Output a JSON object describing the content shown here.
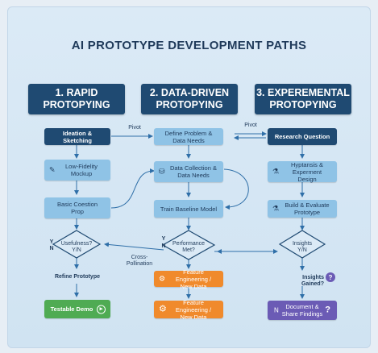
{
  "title": "AI PROTOTYPE DEVELOPMENT PATHS",
  "columns": {
    "rapid": {
      "header": "1. RAPID\nPROTOPYING",
      "steps": {
        "ideation": "Ideation & Sketching",
        "mockup": "Low-Fidelity\nMockup",
        "prop": "Basic Coestion\nProp",
        "decision": "Usefulness?\nY/N",
        "refine": "Refine Prototype",
        "demo": "Testable Demo"
      },
      "branch_y": "Y",
      "branch_n": "N"
    },
    "data": {
      "header": "2. DATA-DRIVEN\nPROTOPYING",
      "steps": {
        "define": "Define Problem &\nData Needs",
        "collection": "Data Collection &\nData Needs",
        "train": "Train Baseline Model",
        "decision": "Performance\nMet?",
        "feat1": "Feature Engineering /\nNew Data",
        "feat2": "Feature Engineering /\nNew Data"
      },
      "branch_y": "Y",
      "branch_n": "N"
    },
    "exp": {
      "header": "3. EXPEREMENTAL\nPROTOPYING",
      "steps": {
        "question": "Research Question",
        "hypothesis": "Hyptansis & Experment\nDesign",
        "build": "Build & Evaluate\nPrototype",
        "decision": "Insights\nY/N",
        "insights_gained": "Insights Gained?",
        "document": "Document &\nShare Findings"
      },
      "doc_prefix": "N"
    }
  },
  "labels": {
    "pivot_left": "Pivot",
    "pivot_right": "Pivot",
    "cross_pollination": "Cross-Pollination"
  },
  "icons": {
    "pencil": "pencil-icon",
    "database": "database-icon",
    "flask": "flask-icon",
    "gear": "gear-icon",
    "play": "play-icon",
    "question": "question-icon"
  },
  "colors": {
    "header": "#1f4a72",
    "light_box": "#8fc3e6",
    "orange": "#f08a2c",
    "green": "#4fab53",
    "purple": "#6b5bb5"
  }
}
